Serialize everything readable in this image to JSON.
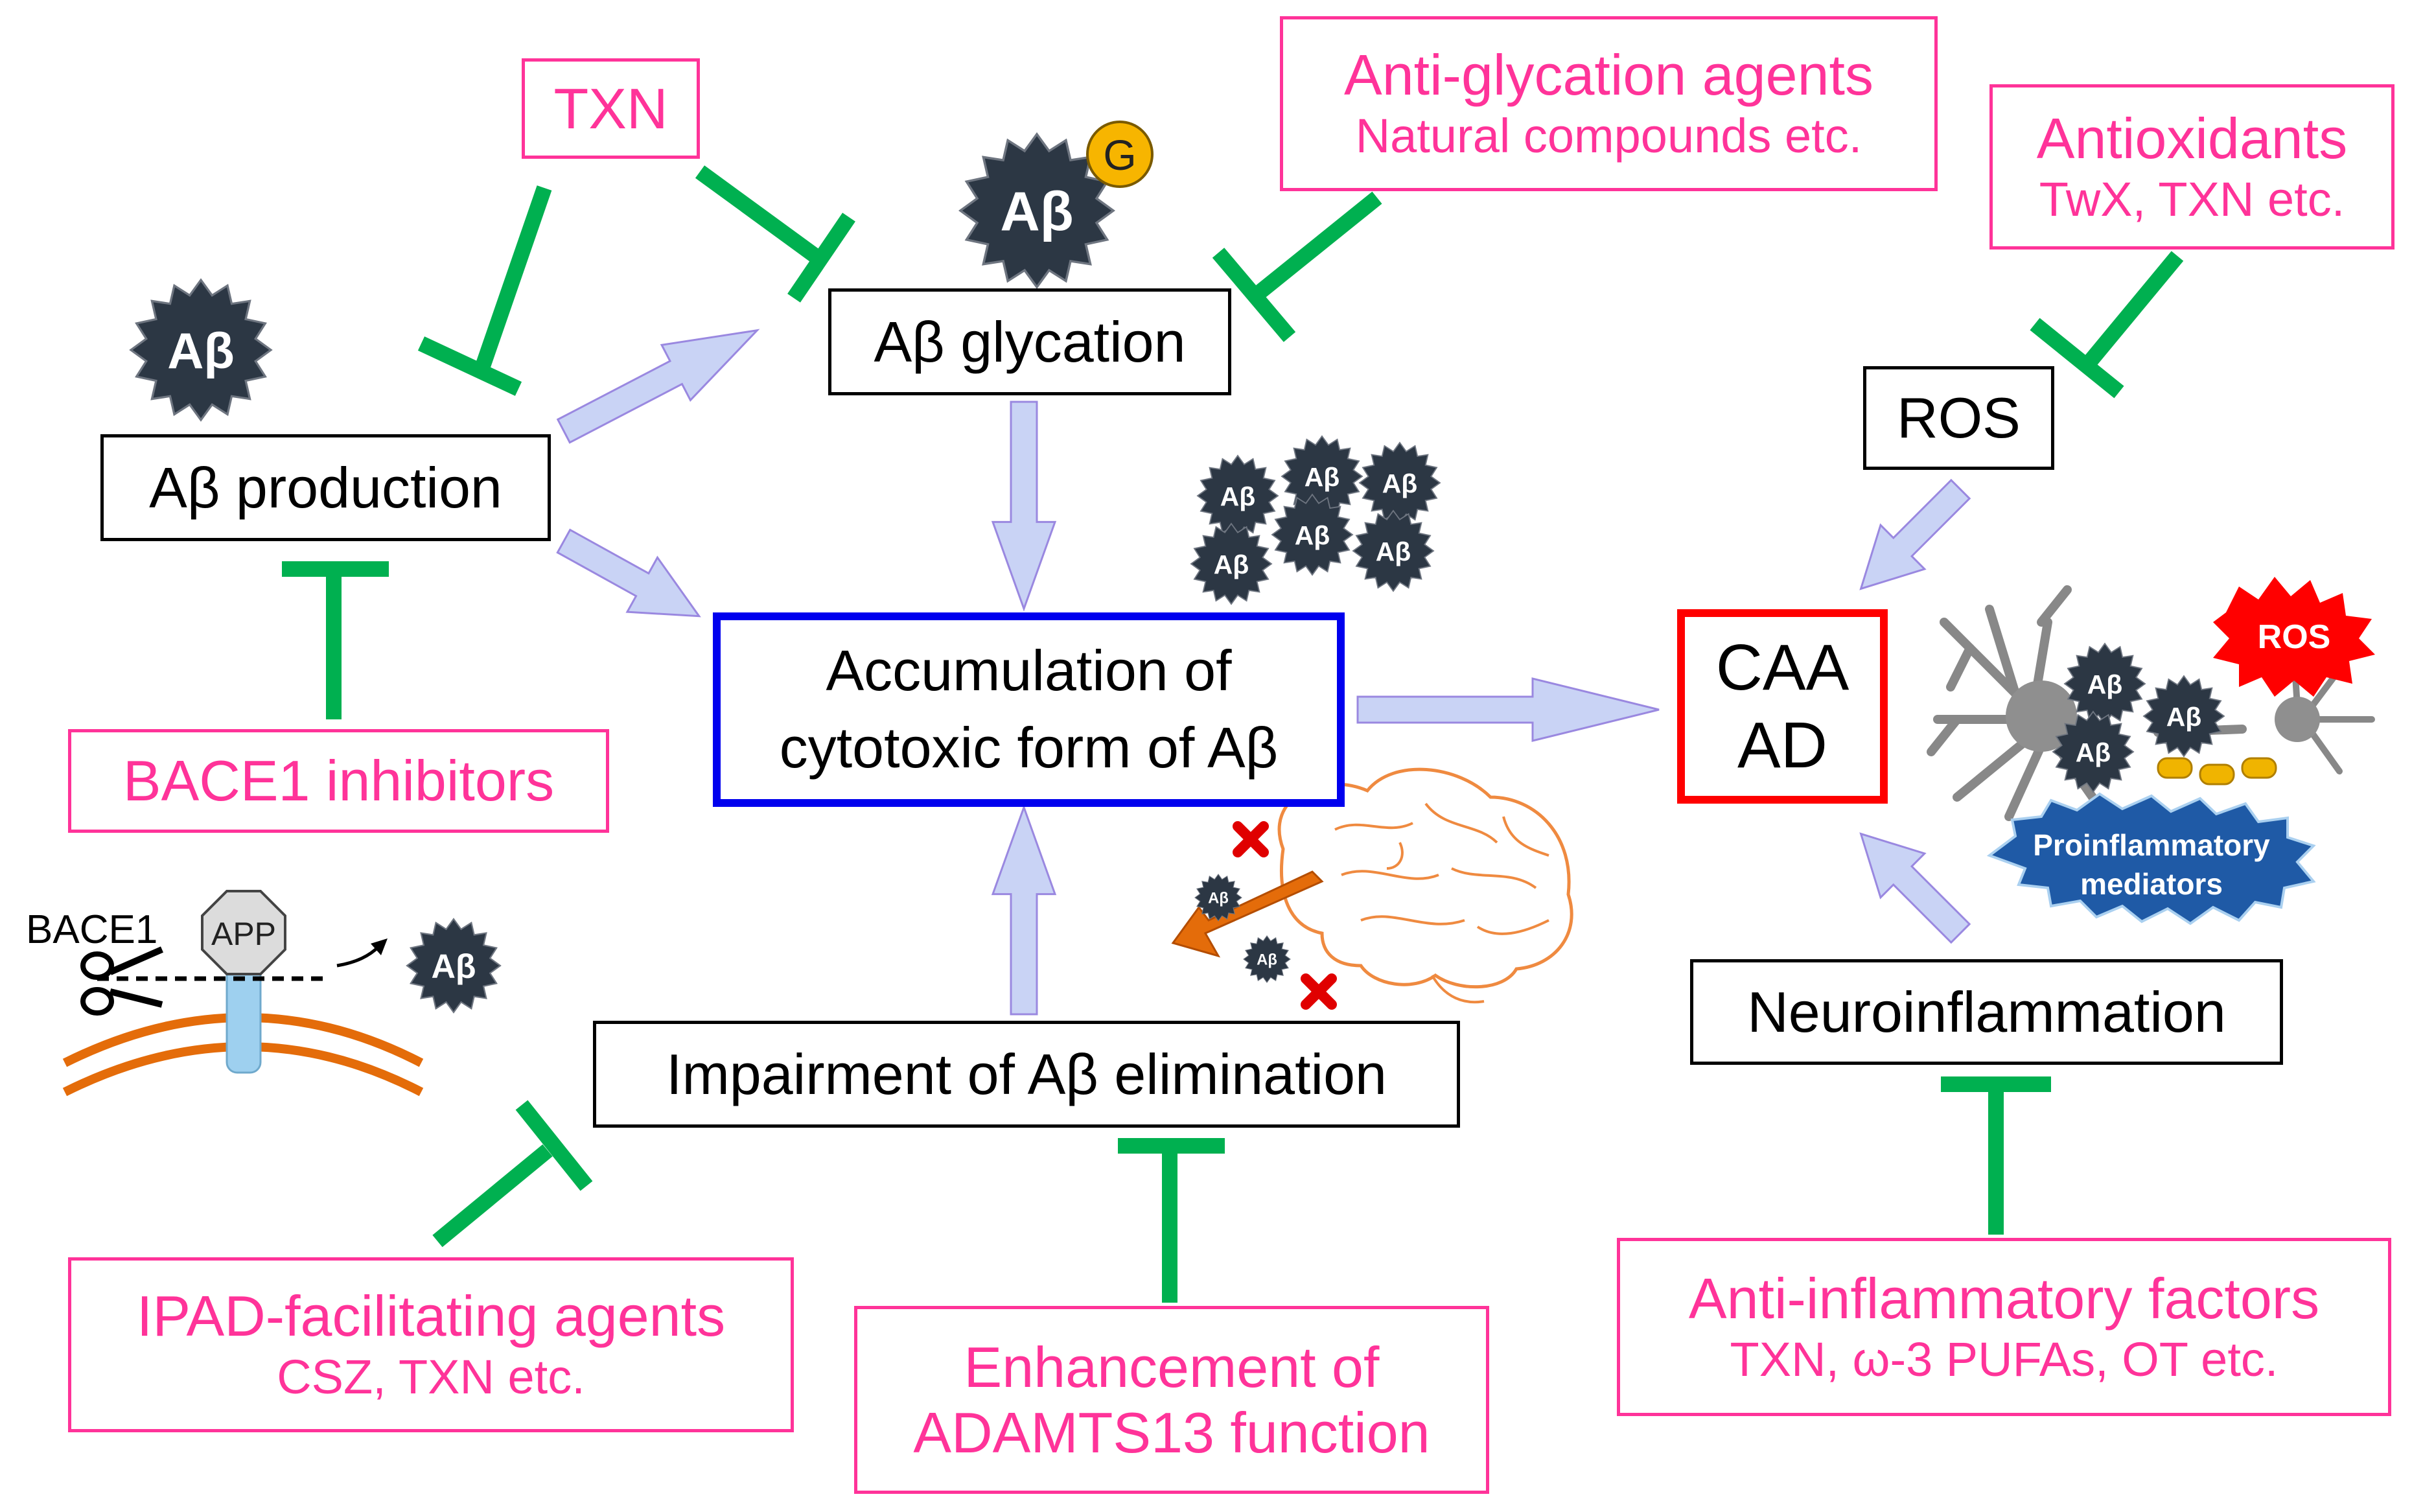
{
  "nodes": {
    "ab_production": "Aβ production",
    "ab_glycation": "Aβ glycation",
    "accumulation_line1": "Accumulation of",
    "accumulation_line2": "cytotoxic form of Aβ",
    "impairment": "Impairment of Aβ elimination",
    "ros": "ROS",
    "caa": "CAA",
    "ad": "AD",
    "neuroinflammation": "Neuroinflammation"
  },
  "interventions": {
    "txn": "TXN",
    "anti_glycation_title": "Anti-glycation agents",
    "anti_glycation_sub": "Natural compounds etc.",
    "antioxidants_title": "Antioxidants",
    "antioxidants_sub": "TwX, TXN etc.",
    "bace1_inhibitors": "BACE1 inhibitors",
    "ipad_title": "IPAD-facilitating agents",
    "ipad_sub": "CSZ, TXN etc.",
    "adamts_line1": "Enhancement of",
    "adamts_line2": "ADAMTS13 function",
    "anti_inflam_title": "Anti-inflammatory factors",
    "anti_inflam_sub": "TXN, ω-3 PUFAs, OT etc."
  },
  "icons": {
    "abeta_label": "Aβ",
    "glycation_badge": "G",
    "bace1_label": "BACE1",
    "app_label": "APP",
    "ros_burst": "ROS",
    "proinflammatory_line1": "Proinflammatory",
    "proinflammatory_line2": "mediators"
  },
  "colors": {
    "inhibitor_green": "#00b050",
    "arrow_fill": "#c9d3f5",
    "arrow_stroke": "#9a88e0",
    "intervention_pink": "#ff3399",
    "abeta_dark": "#2c3744",
    "glycation_yellow": "#f7b500",
    "ros_red": "#ff0000",
    "mediators_blue": "#1f5aa6",
    "membrane_orange": "#e46c0a",
    "brain_orange": "#ef8a40"
  }
}
